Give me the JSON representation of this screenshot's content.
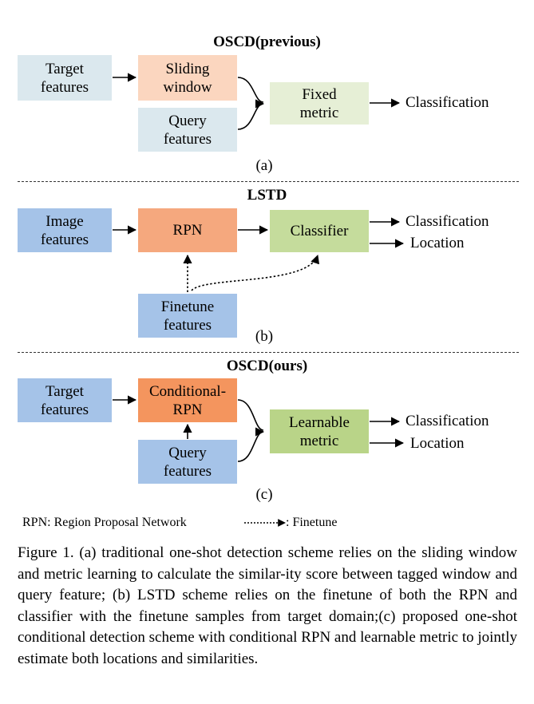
{
  "colors": {
    "light_blue": "#dbe8ee",
    "light_orange": "#fbd6bf",
    "light_green": "#e6efd6",
    "blue": "#a5c3e8",
    "orange": "#f5a87e",
    "green": "#c5dc9c",
    "orange_strong": "#f4955e",
    "green_strong": "#b9d488"
  },
  "panel_a": {
    "title": "OSCD(previous)",
    "target_features": "Target\nfeatures",
    "sliding_window": "Sliding\nwindow",
    "query_features": "Query\nfeatures",
    "fixed_metric": "Fixed\nmetric",
    "output": "Classification",
    "label": "(a)"
  },
  "panel_b": {
    "title": "LSTD",
    "image_features": "Image\nfeatures",
    "rpn": "RPN",
    "classifier": "Classifier",
    "finetune_features": "Finetune\nfeatures",
    "output_1": "Classification",
    "output_2": "Location",
    "label": "(b)"
  },
  "panel_c": {
    "title": "OSCD(ours)",
    "target_features": "Target\nfeatures",
    "conditional_rpn": "Conditional-\nRPN",
    "query_features": "Query\nfeatures",
    "learnable_metric": "Learnable\nmetric",
    "output_1": "Classification",
    "output_2": "Location",
    "label": "(c)"
  },
  "legend": {
    "rpn_note": "RPN: Region Proposal Network",
    "finetune_note": ": Finetune"
  },
  "caption": "Figure 1. (a) traditional one-shot detection scheme relies on the sliding window and metric learning to calculate the similar-ity score between tagged window and query feature; (b) LSTD scheme relies on the finetune of both the RPN and classifier with the finetune samples from target domain;(c) proposed one-shot conditional detection scheme with conditional RPN and learnable metric to jointly estimate both locations and similarities."
}
